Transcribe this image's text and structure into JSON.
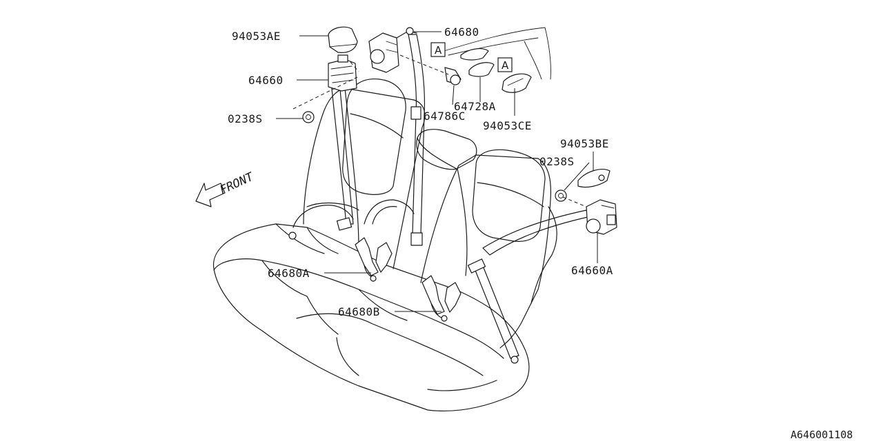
{
  "diagram": {
    "parts": [
      {
        "id": "p1",
        "label": "94053AE"
      },
      {
        "id": "p2",
        "label": "64660"
      },
      {
        "id": "p3",
        "label": "0238S"
      },
      {
        "id": "p4",
        "label": "64680"
      },
      {
        "id": "p5",
        "label": "64728A"
      },
      {
        "id": "p6",
        "label": "64786C"
      },
      {
        "id": "p7",
        "label": "94053CE"
      },
      {
        "id": "p8",
        "label": "94053BE"
      },
      {
        "id": "p9",
        "label": "0238S"
      },
      {
        "id": "p10",
        "label": "64660A"
      },
      {
        "id": "p11",
        "label": "64680A"
      },
      {
        "id": "p12",
        "label": "64680B"
      }
    ],
    "callouts": [
      {
        "id": "c1",
        "label": "A"
      },
      {
        "id": "c2",
        "label": "A"
      }
    ],
    "direction_label": "FRONT",
    "reference_code": "A646001108"
  }
}
